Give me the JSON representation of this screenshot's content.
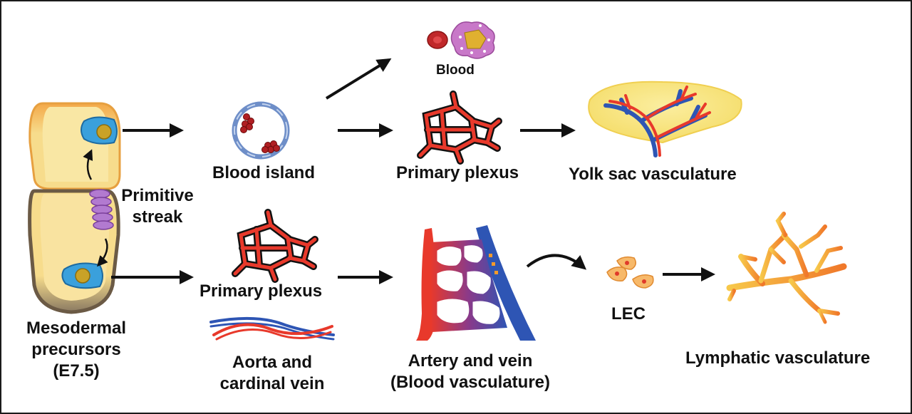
{
  "labels": {
    "blood": "Blood",
    "blood_island": "Blood island",
    "primary_plexus_top": "Primary plexus",
    "yolk_sac_vasculature": "Yolk sac vasculature",
    "primitive_streak_line1": "Primitive",
    "primitive_streak_line2": "streak",
    "primary_plexus_bottom": "Primary plexus",
    "aorta_line1": "Aorta and",
    "aorta_line2": "cardinal vein",
    "artery_line1": "Artery and vein",
    "artery_line2": "(Blood vasculature)",
    "lec": "LEC",
    "lymphatic_vasculature": "Lymphatic vasculature",
    "mesodermal_line1": "Mesodermal",
    "mesodermal_line2": "precursors",
    "mesodermal_line3": "(E7.5)"
  },
  "colors": {
    "yolk": "#f7dc8c",
    "yolk_rim": "#f2a84a",
    "embryo_dark": "#6b5a45",
    "cell_blue": "#3aa0dc",
    "nucleus": "#c9a227",
    "streak_purple": "#b27ad0",
    "blood_red": "#c0282a",
    "vessel_red": "#e8392b",
    "vessel_blue": "#2e55b4",
    "lymph_orange": "#f39a2b",
    "arrow": "#111111"
  }
}
